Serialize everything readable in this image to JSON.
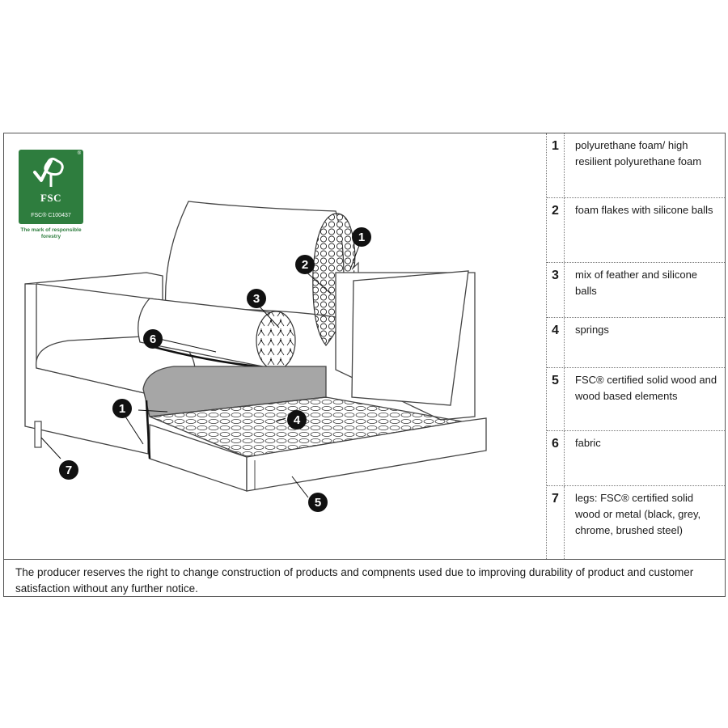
{
  "fsc": {
    "name": "FSC",
    "code": "FSC® C100437",
    "registered": "®",
    "tagline": "The mark of responsible forestry"
  },
  "callouts": [
    "1",
    "2",
    "3",
    "4",
    "5",
    "6",
    "7",
    "1"
  ],
  "legend": [
    {
      "number": "1",
      "text": "polyurethane foam/ high resilient polyurethane foam"
    },
    {
      "number": "2",
      "text": "foam flakes with silicone balls"
    },
    {
      "number": "3",
      "text": "mix of feather and silicone balls"
    },
    {
      "number": "4",
      "text": "springs"
    },
    {
      "number": "5",
      "text": "FSC® certified solid wood and wood based elements"
    },
    {
      "number": "6",
      "text": "fabric"
    },
    {
      "number": "7",
      "text": "legs:  FSC® certified solid wood or metal (black, grey, chrome, brushed steel)"
    }
  ],
  "footer": "The producer reserves the right to change construction of products and compnents used due to improving durability of product and customer satisfaction without any further notice."
}
